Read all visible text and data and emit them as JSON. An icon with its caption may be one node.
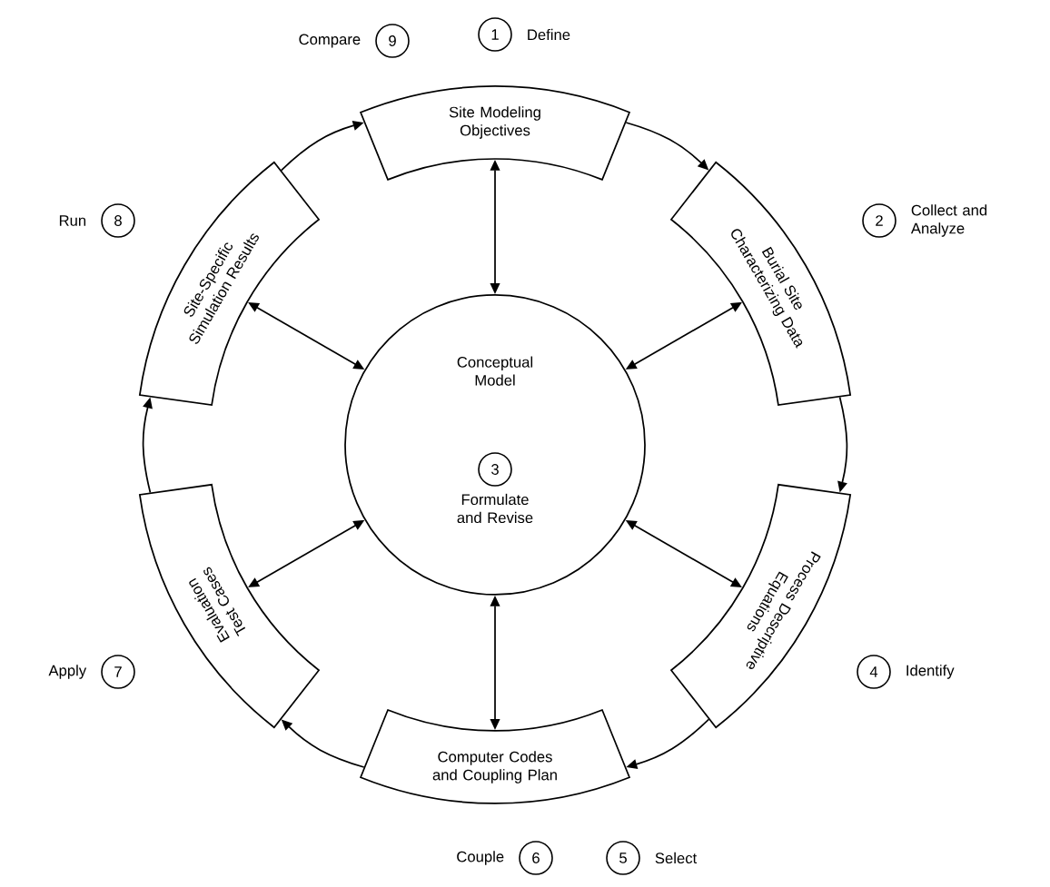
{
  "diagram": {
    "nodes": [
      {
        "text": [
          "Site Modeling Objectives"
        ]
      },
      {
        "text": [
          "Burial Site Characterizing Data"
        ]
      },
      {
        "text": [
          "Process Descriptive Equations"
        ]
      },
      {
        "text": [
          "Computer Codes and Coupling Plan"
        ]
      },
      {
        "text": [
          "Evaluation Test Cases"
        ]
      },
      {
        "text": [
          "Site-Specific Simulation Results"
        ]
      },
      {
        "text": [
          "Conceptual Model"
        ]
      },
      {
        "text": [
          "3"
        ],
        "in": 6,
        "beside": [
          "Formulate and Revise"
        ]
      },
      {
        "text": [
          "1"
        ],
        "beside": [
          "Define"
        ]
      },
      {
        "text": [
          "2"
        ],
        "beside": [
          "Collect and Analyze"
        ]
      },
      {
        "text": [
          "4"
        ],
        "beside": [
          "Identify"
        ]
      },
      {
        "text": [
          "5"
        ],
        "beside": [
          "Select"
        ]
      },
      {
        "text": [
          "6"
        ],
        "beside": [
          "Couple"
        ]
      },
      {
        "text": [
          "7"
        ],
        "beside": [
          "Apply"
        ]
      },
      {
        "text": [
          "8"
        ],
        "beside": [
          "Run"
        ]
      },
      {
        "text": [
          "9"
        ],
        "beside": [
          "Compare"
        ]
      }
    ],
    "edges": [
      {
        "from": 0,
        "to": 1,
        "arrow": "to"
      },
      {
        "from": 1,
        "to": 2,
        "arrow": "to"
      },
      {
        "from": 2,
        "to": 3,
        "arrow": "to"
      },
      {
        "from": 3,
        "to": 4,
        "arrow": "to"
      },
      {
        "from": 4,
        "to": 5,
        "arrow": "to"
      },
      {
        "from": 5,
        "to": 0,
        "arrow": "to"
      },
      {
        "from": 6,
        "to": 0,
        "arrow": "both"
      },
      {
        "from": 6,
        "to": 1,
        "arrow": "both"
      },
      {
        "from": 6,
        "to": 2,
        "arrow": "both"
      },
      {
        "from": 6,
        "to": 3,
        "arrow": "both"
      },
      {
        "from": 6,
        "to": 4,
        "arrow": "both"
      },
      {
        "from": 6,
        "to": 5,
        "arrow": "both"
      }
    ]
  }
}
